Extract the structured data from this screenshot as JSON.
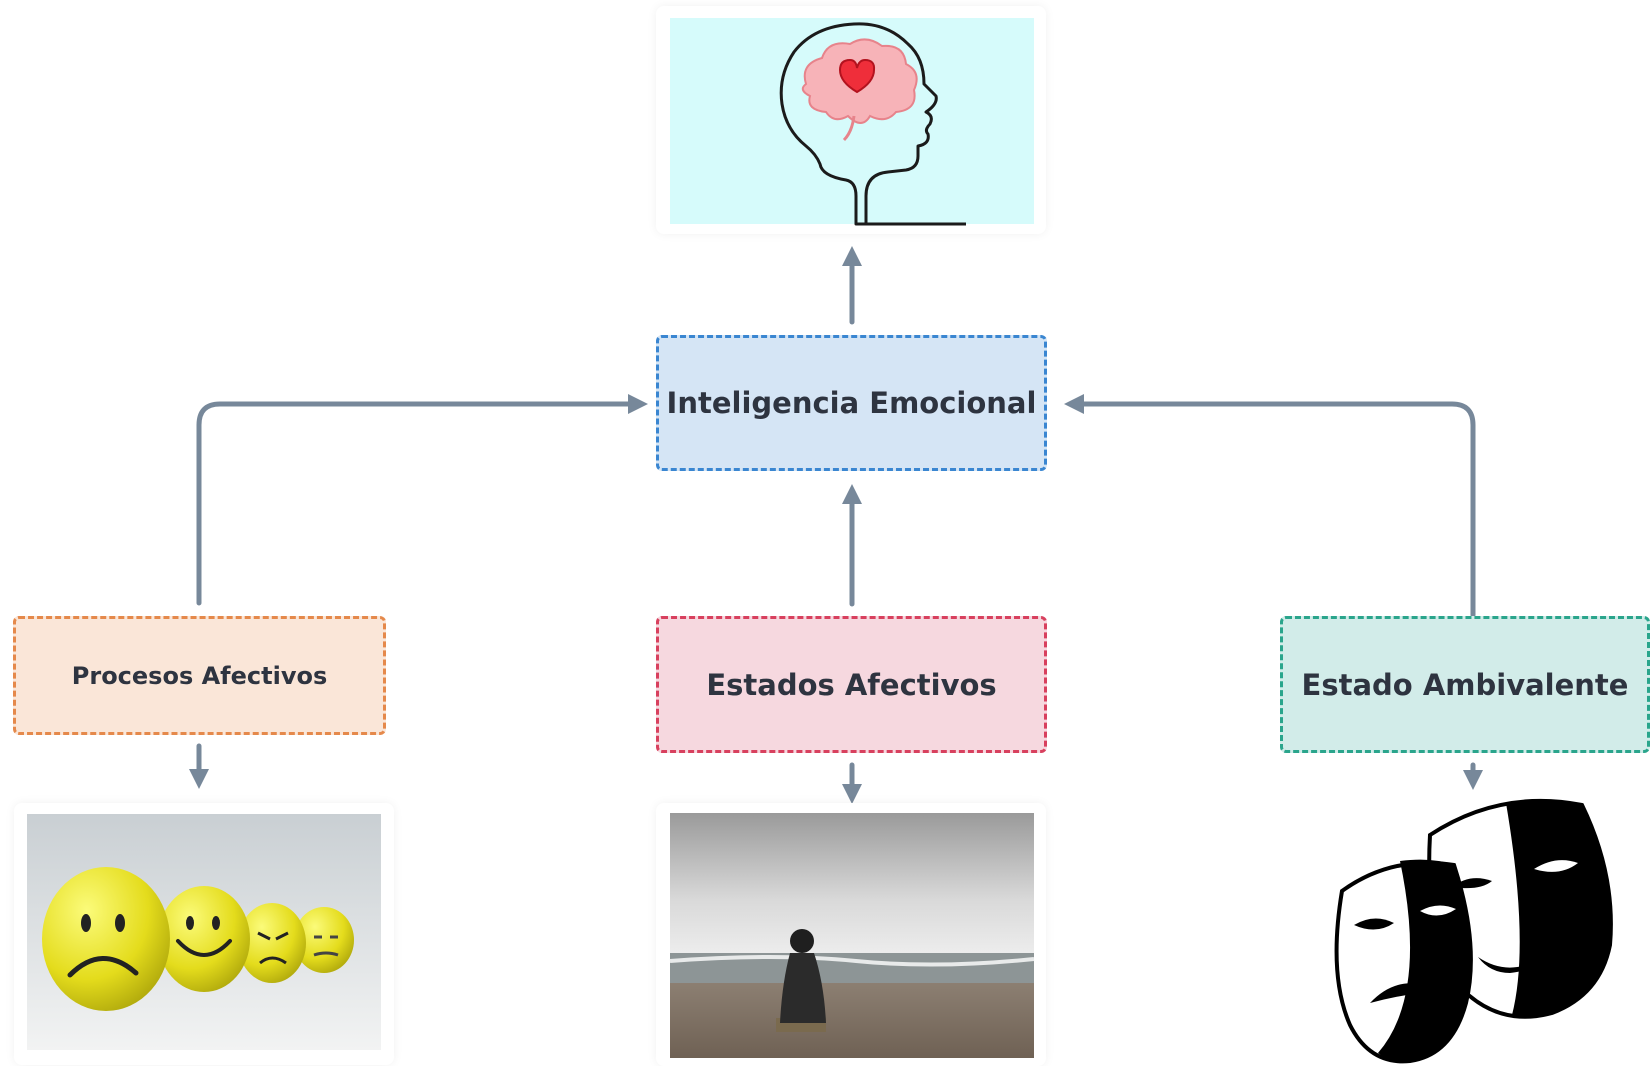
{
  "diagram": {
    "nodes": {
      "center": {
        "label": "Inteligencia Emocional",
        "fill": "#d5e5f5",
        "border": "#3a86d1"
      },
      "left": {
        "label": "Procesos Afectivos",
        "fill": "#fae6d8",
        "border": "#e5894b"
      },
      "middle": {
        "label": "Estados Afectivos",
        "fill": "#f6d8df",
        "border": "#d8405e"
      },
      "right": {
        "label": "Estado Ambivalente",
        "fill": "#d2ece9",
        "border": "#2aa58c"
      }
    },
    "images": {
      "top": "brain-with-heart-illustration",
      "left": "emoji-balls-photo",
      "middle": "person-sitting-on-beach-photo",
      "right": "theater-masks-illustration"
    },
    "colors": {
      "connector": "#77889a",
      "brain_bg": "#d6fbfb"
    }
  }
}
